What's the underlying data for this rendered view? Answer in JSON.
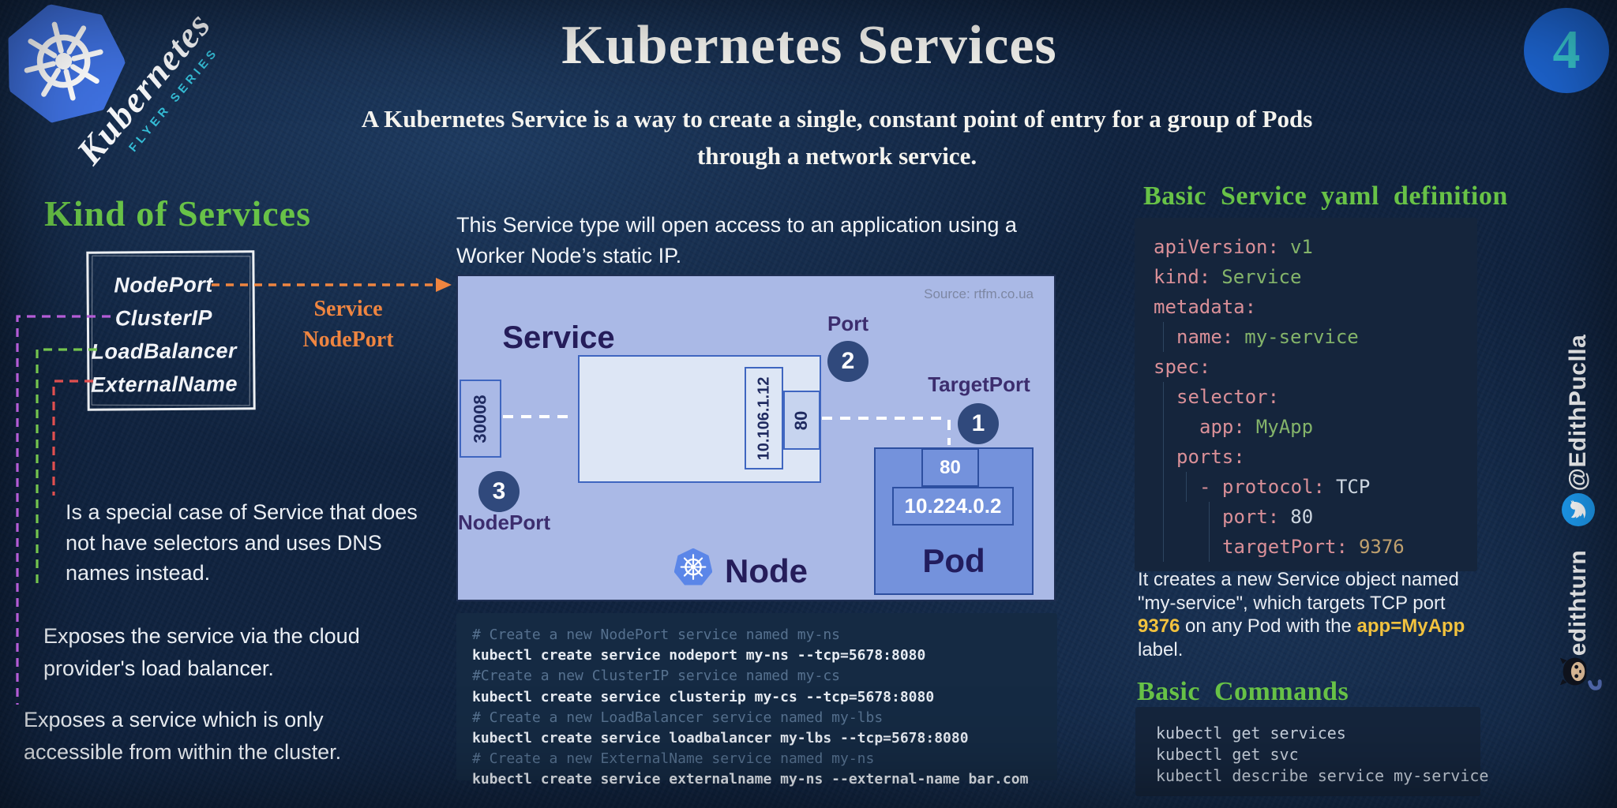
{
  "colors": {
    "accent_green": "#68c247",
    "accent_orange": "#ef8540",
    "highlight_yellow": "#f2c23e",
    "k8s_blue": "#3f71e0",
    "twitter_blue": "#1d9bf0",
    "dashed_purple": "#b45cd6",
    "dashed_green": "#74c44e",
    "dashed_red": "#e04f4f",
    "diagram_bg": "#aab9e6"
  },
  "header": {
    "title": "Kubernetes Services",
    "subtitle_line1": "A Kubernetes Service is a way to create a single, constant point of entry for a group of Pods",
    "subtitle_line2": "through a network service.",
    "series_name": "Kubernetes",
    "series_sub": "FLYER SERIES",
    "issue_number": "4"
  },
  "left": {
    "heading": "Kind of Services",
    "kinds": [
      "NodePort",
      "ClusterIP",
      "LoadBalancer",
      "ExternalName"
    ],
    "arrow_label_line1": "Service",
    "arrow_label_line2": "NodePort",
    "externalname_desc": "Is a special case of Service that does not have selectors and uses DNS names instead.",
    "loadbalancer_desc": "Exposes the service via the cloud provider's load balancer.",
    "clusterip_desc": "Exposes a service which is only accessible from within the cluster."
  },
  "center": {
    "intro": "This Service type will open access to an application using a Worker Node’s static IP.",
    "diagram": {
      "source_credit": "Source: rtfm.co.ua",
      "node_port_value": "30008",
      "service_label": "Service",
      "cluster_ip": "10.106.1.12",
      "service_port": "80",
      "marker_port": {
        "n": "2",
        "label": "Port"
      },
      "marker_targetport": {
        "n": "1",
        "label": "TargetPort"
      },
      "marker_nodeport": {
        "n": "3",
        "label": "NodePort"
      },
      "pod": {
        "port": "80",
        "ip": "10.224.0.2",
        "label": "Pod"
      },
      "node_label": "Node"
    },
    "terminal": {
      "lines": [
        {
          "t": "# Create a new NodePort service named my-ns",
          "c": "cm"
        },
        {
          "t": "kubectl create service nodeport my-ns --tcp=5678:8080",
          "c": "cd"
        },
        {
          "t": "#Create a new ClusterIP service named my-cs",
          "c": "cm"
        },
        {
          "t": "kubectl create service clusterip my-cs --tcp=5678:8080",
          "c": "cd"
        },
        {
          "t": "# Create a new LoadBalancer service named my-lbs",
          "c": "cm"
        },
        {
          "t": "kubectl create service loadbalancer my-lbs --tcp=5678:8080",
          "c": "cd"
        },
        {
          "t": "# Create a new ExternalName service named my-ns",
          "c": "cm"
        },
        {
          "t": "kubectl create service externalname my-ns --external-name bar.com",
          "c": "cd"
        }
      ]
    }
  },
  "right": {
    "yaml_heading": "Basic Service yaml definition",
    "yaml_lines": [
      {
        "k": "apiVersion:",
        "v": "v1",
        "c": "vg",
        "ind": 0,
        "gd": []
      },
      {
        "k": "kind:",
        "v": "Service",
        "c": "vg",
        "ind": 0,
        "gd": []
      },
      {
        "k": "metadata:",
        "v": "",
        "c": "",
        "ind": 0,
        "gd": []
      },
      {
        "k": "name:",
        "v": "my-service",
        "c": "vg",
        "ind": 1,
        "gd": [
          0
        ]
      },
      {
        "k": "spec:",
        "v": "",
        "c": "",
        "ind": 0,
        "gd": []
      },
      {
        "k": "selector:",
        "v": "",
        "c": "",
        "ind": 1,
        "gd": [
          0
        ]
      },
      {
        "k": "app:",
        "v": "MyApp",
        "c": "vg",
        "ind": 2,
        "gd": [
          0
        ]
      },
      {
        "k": "ports:",
        "v": "",
        "c": "",
        "ind": 1,
        "gd": [
          0
        ]
      },
      {
        "k": "- protocol:",
        "v": "TCP",
        "c": "vw",
        "ind": 2,
        "gd": [
          0,
          1
        ]
      },
      {
        "k": "port:",
        "v": "80",
        "c": "vw",
        "ind": 3,
        "gd": [
          0,
          2
        ]
      },
      {
        "k": "targetPort:",
        "v": "9376",
        "c": "vt",
        "ind": 3,
        "gd": [
          0,
          2
        ]
      }
    ],
    "note_segments": [
      {
        "t": "It creates a new Service object named \"my-service\", which targets TCP port "
      },
      {
        "t": "9376",
        "hl": "y"
      },
      {
        "t": " on any Pod with the "
      },
      {
        "t": "app=MyApp",
        "hl": "y"
      },
      {
        "t": " label."
      }
    ],
    "commands_heading": "Basic Commands",
    "commands": [
      "kubectl get services",
      "kubectl get svc",
      "kubectl describe service my-service"
    ]
  },
  "sidebar": {
    "twitter_handle": "@EdithPuclla",
    "github_handle": "edithturn"
  }
}
